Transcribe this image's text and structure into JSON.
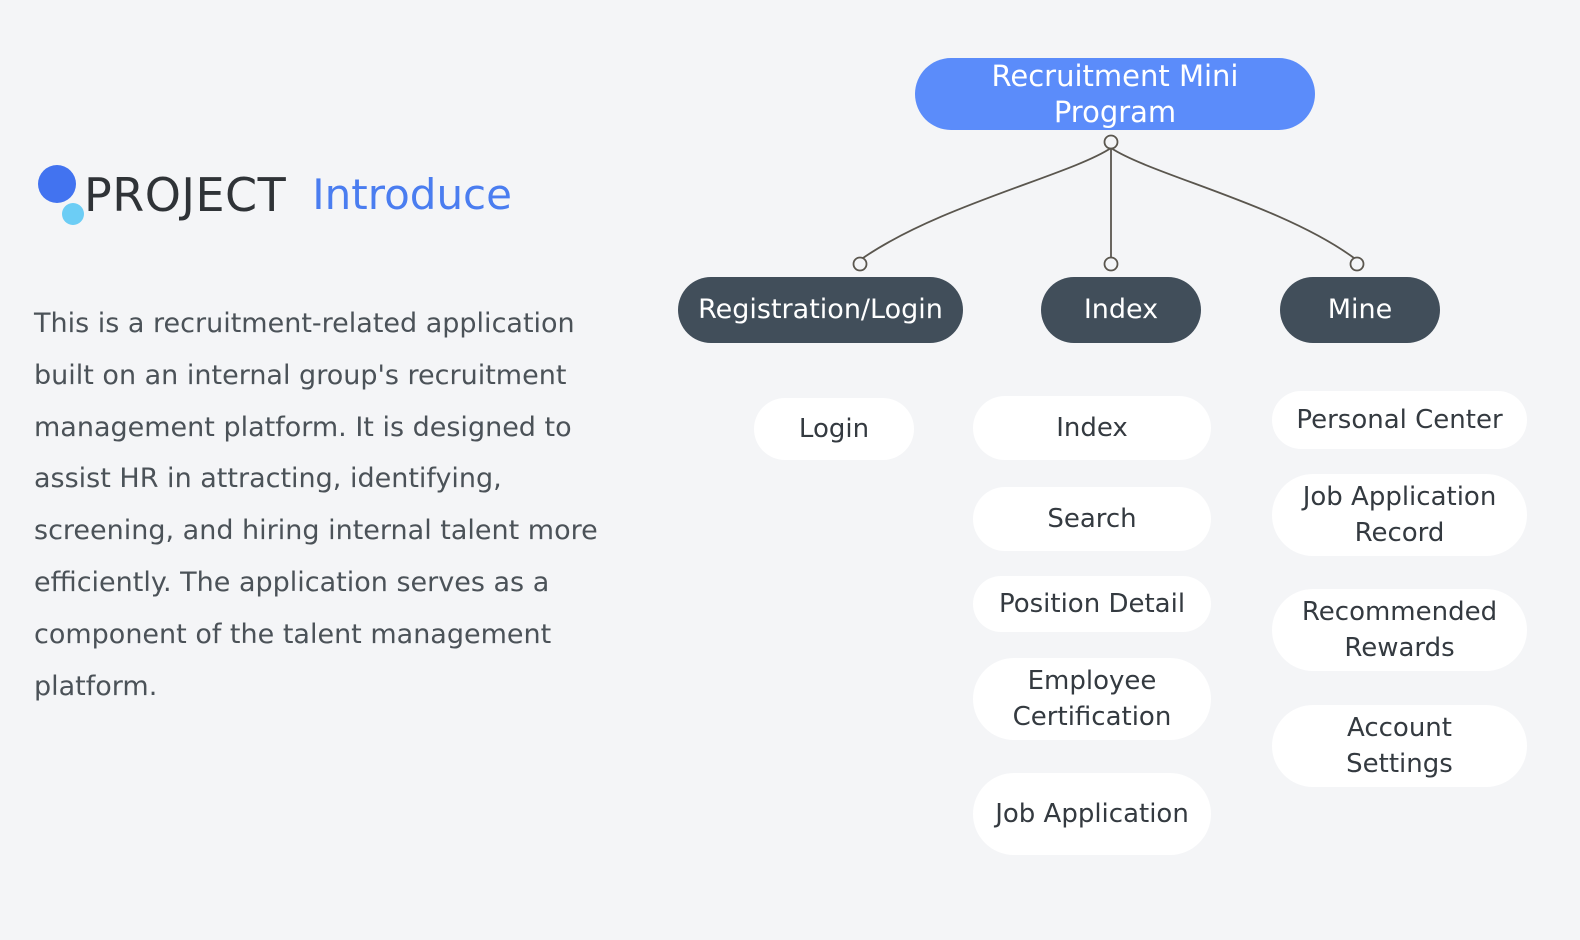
{
  "theme": {
    "background": "#f4f5f7",
    "accent_blue": "#5b8cfa",
    "title_blue": "#4a7df0",
    "branch_dark": "#414e5a",
    "leaf_white": "#ffffff",
    "body_text": "#4b5258",
    "edge_stroke": "#5a564e",
    "logo_big_dot": "#4273f0",
    "logo_small_dot": "#6ccdf5"
  },
  "left": {
    "brand_title": "PROJECT",
    "brand_sub": "Introduce",
    "body": "This is a recruitment-related application built on an internal group's recruitment management platform. It is designed to assist HR in attracting, identifying, screening, and hiring internal talent more efficiently. The application serves as a component of the talent management platform."
  },
  "diagram": {
    "root": {
      "label": "Recruitment Mini Program"
    },
    "branches": [
      {
        "label": "Registration/Login"
      },
      {
        "label": "Index"
      },
      {
        "label": "Mine"
      }
    ],
    "columns": [
      {
        "parent": "Registration/Login",
        "leaves": [
          {
            "label": "Login"
          }
        ]
      },
      {
        "parent": "Index",
        "leaves": [
          {
            "label": "Index"
          },
          {
            "label": "Search"
          },
          {
            "label": "Position Detail"
          },
          {
            "label": "Employee Certification"
          },
          {
            "label": "Job Application"
          }
        ]
      },
      {
        "parent": "Mine",
        "leaves": [
          {
            "label": "Personal Center"
          },
          {
            "label": "Job Application Record"
          },
          {
            "label": "Recommended Rewards"
          },
          {
            "label": "Account Settings"
          }
        ]
      }
    ]
  }
}
